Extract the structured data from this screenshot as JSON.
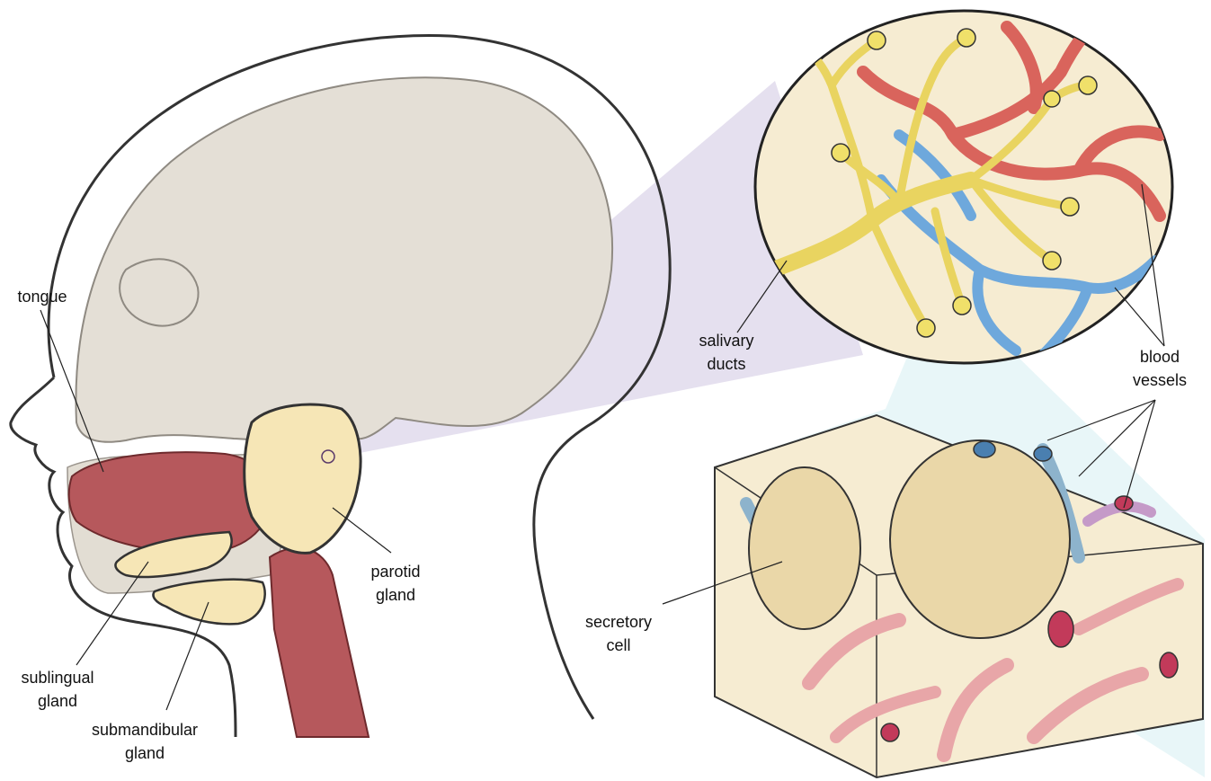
{
  "labels": {
    "tongue": "tongue",
    "parotid_1": "parotid",
    "parotid_2": "gland",
    "sublingual_1": "sublingual",
    "sublingual_2": "gland",
    "submandibular_1": "submandibular",
    "submandibular_2": "gland",
    "salivary_1": "salivary",
    "salivary_2": "ducts",
    "blood_1": "blood",
    "blood_2": "vessels",
    "secretory_1": "secretory",
    "secretory_2": "cell"
  },
  "colors": {
    "skull": "#e4dfd6",
    "gland": "#f6e6b6",
    "tissue": "#b6585c",
    "duct": "#f0e06a",
    "artery": "#d9645c",
    "vein": "#6ea8dc",
    "projection": "#d9d2e8",
    "block": "#f6ecd2"
  }
}
